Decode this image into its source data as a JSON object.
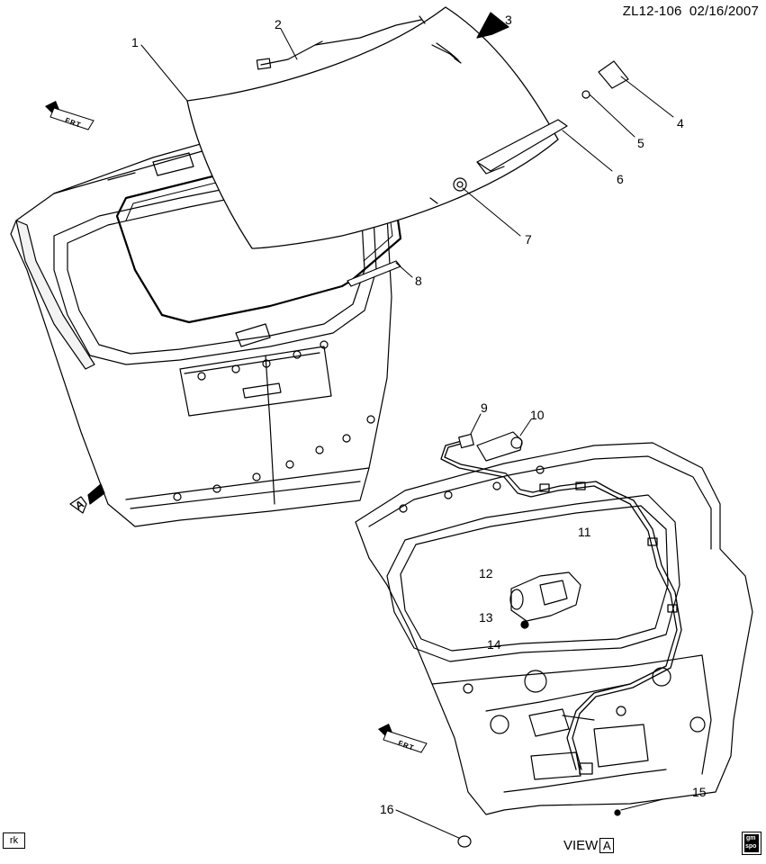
{
  "diagram_id": "ZL12-106",
  "diagram_date": "02/16/2007",
  "author_tag": "rk",
  "view_label": "VIEW",
  "view_letter": "A",
  "view_marker_letter": "A",
  "direction_arrows": [
    {
      "icon": "front-arrow-icon",
      "label": "FRT"
    },
    {
      "icon": "front-arrow-icon",
      "label": "FRT"
    }
  ],
  "logo": {
    "icon": "gm-spo-logo-icon",
    "lines": [
      "gm",
      "spo"
    ]
  },
  "callouts": [
    "1",
    "2",
    "3",
    "4",
    "5",
    "6",
    "7",
    "8",
    "9",
    "10",
    "11",
    "12",
    "13",
    "14",
    "15",
    "16"
  ]
}
